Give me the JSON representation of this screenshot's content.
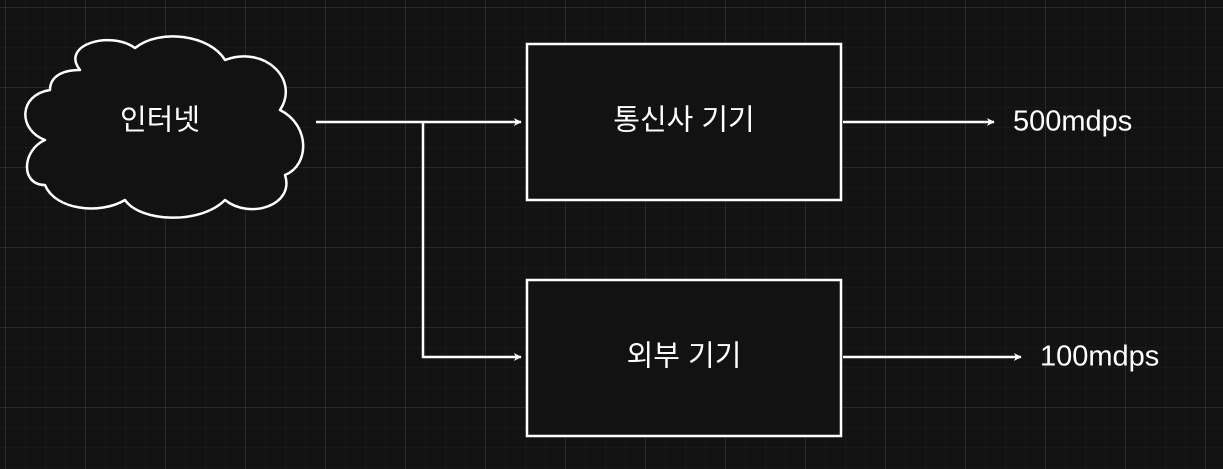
{
  "diagram": {
    "nodes": {
      "internet": {
        "label": "인터넷",
        "shape": "cloud"
      },
      "carrier_device": {
        "label": "통신사 기기",
        "shape": "rectangle"
      },
      "external_device": {
        "label": "외부 기기",
        "shape": "rectangle"
      }
    },
    "outputs": {
      "carrier_rate": "500mdps",
      "external_rate": "100mdps"
    },
    "edges": [
      {
        "from": "internet",
        "to": "carrier_device"
      },
      {
        "from": "internet",
        "to": "external_device"
      },
      {
        "from": "carrier_device",
        "to": "carrier_rate"
      },
      {
        "from": "external_device",
        "to": "external_rate"
      }
    ],
    "colors": {
      "background": "#121212",
      "stroke": "#ffffff",
      "fill": "#121212"
    }
  }
}
